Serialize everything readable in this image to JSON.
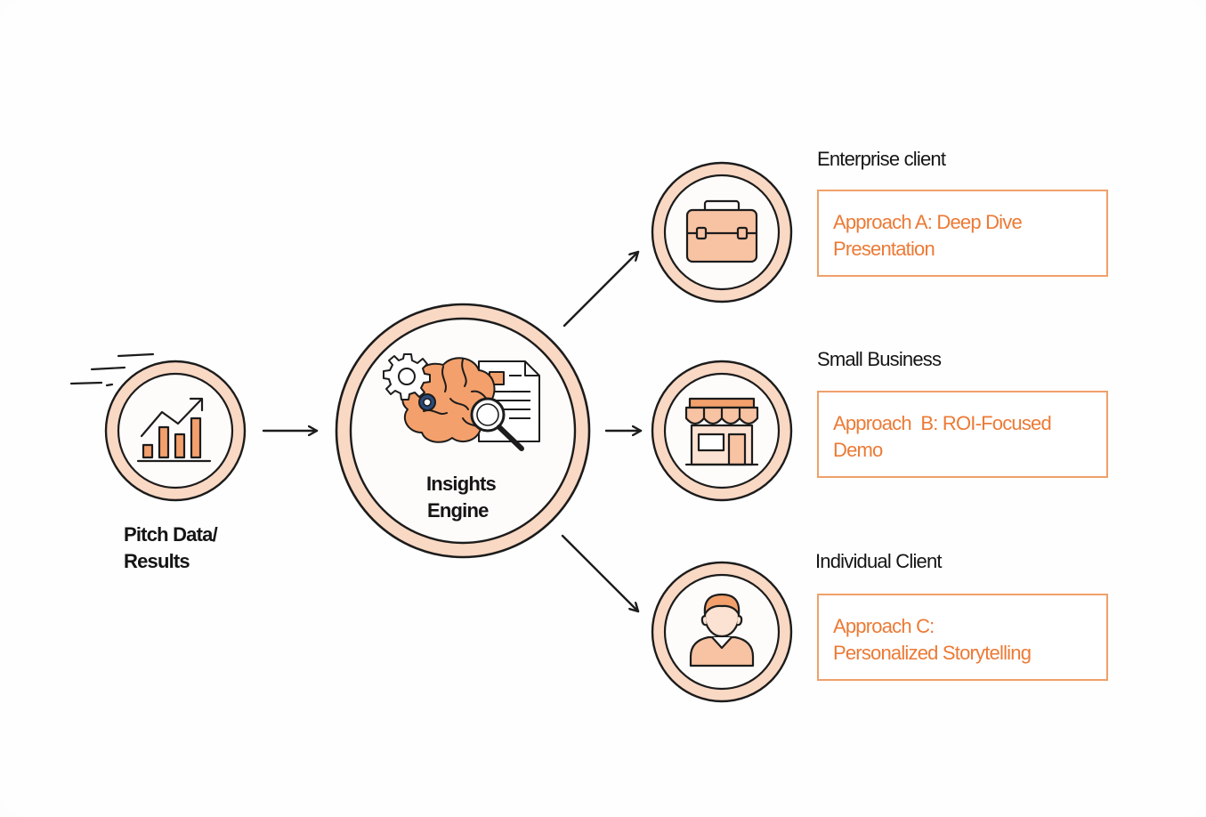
{
  "source": {
    "label_line1": "Pitch Data/",
    "label_line2": "Results",
    "icon": "bar-chart-icon"
  },
  "engine": {
    "label_line1": "Insights",
    "label_line2": "Engine",
    "icon": "brain-gears-magnifier-icon"
  },
  "segments": [
    {
      "title": "Enterprise client",
      "approach_line1": "Approach A: Deep Dive",
      "approach_line2": "Presentation",
      "icon": "briefcase-icon"
    },
    {
      "title": "Small Business",
      "approach_line1": "Approach  B: ROI-Focused",
      "approach_line2": "Demo",
      "icon": "storefront-icon"
    },
    {
      "title": "Individual Client",
      "approach_line1": "Approach C:",
      "approach_line2": "Personalized Storytelling",
      "icon": "person-icon"
    }
  ],
  "colors": {
    "ring_fill": "#f9d8c4",
    "accent_orange": "#ec7a35",
    "box_border": "#f0a06a",
    "icon_fill": "#f7c3a3",
    "outline": "#1c1c1c"
  }
}
